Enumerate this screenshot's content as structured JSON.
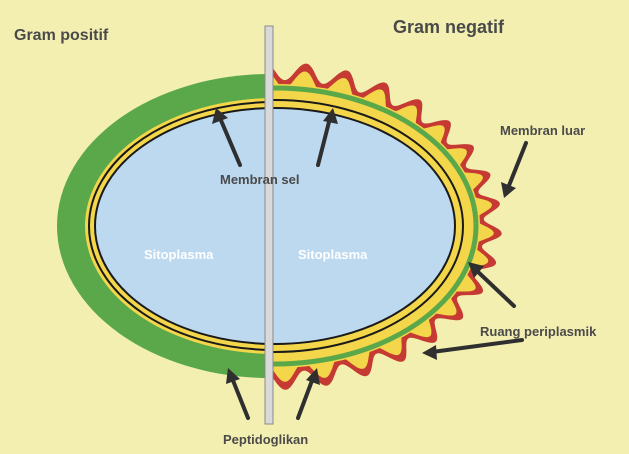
{
  "labels": {
    "gram_positive": "Gram positif",
    "gram_negative": "Gram negatif",
    "cell_membrane": "Membran sel",
    "cytoplasm_left": "Sitoplasma",
    "cytoplasm_right": "Sitoplasma",
    "outer_membrane": "Membran luar",
    "periplasmic_space": "Ruang periplasmik",
    "peptidoglycan": "Peptidoglikan"
  },
  "colors": {
    "background": "#f2efb1",
    "cytoplasm": "#bcd9ef",
    "peptidoglycan": "#5aa84a",
    "periplasm": "#f3d64a",
    "outer_membrane": "#c53a32",
    "membrane_line": "#1a1a1a",
    "divider": "#d9d9d9"
  }
}
